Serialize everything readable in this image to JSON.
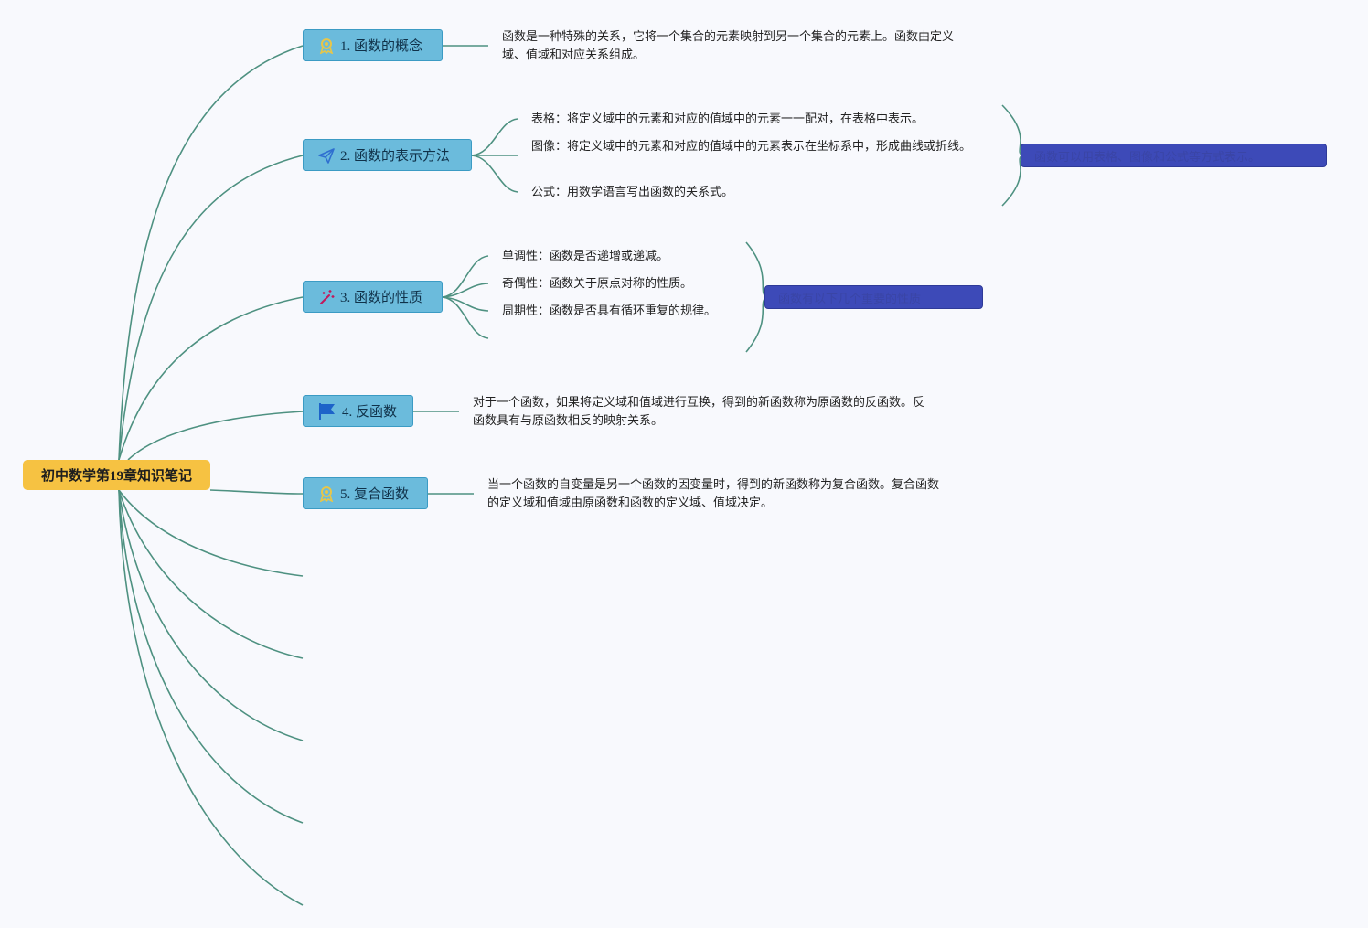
{
  "root": {
    "title": "初中数学第19章知识笔记"
  },
  "topics": [
    {
      "label": "1. 函数的概念",
      "icon": "ribbon-badge-icon"
    },
    {
      "label": "2. 函数的表示方法",
      "icon": "paper-plane-icon"
    },
    {
      "label": "3. 函数的性质",
      "icon": "magic-wand-icon"
    },
    {
      "label": "4. 反函数",
      "icon": "flag-icon"
    },
    {
      "label": "5. 复合函数",
      "icon": "ribbon-badge-icon"
    }
  ],
  "details": {
    "concept": "函数是一种特殊的关系，它将一个集合的元素映射到另一个集合的元素上。函数由定义域、值域和对应关系组成。",
    "representation": [
      "表格：将定义域中的元素和对应的值域中的元素一一配对，在表格中表示。",
      "图像：将定义域中的元素和对应的值域中的元素表示在坐标系中，形成曲线或折线。",
      "公式：用数学语言写出函数的关系式。"
    ],
    "properties": [
      "单调性：函数是否递增或递减。",
      "奇偶性：函数关于原点对称的性质。",
      "周期性：函数是否具有循环重复的规律。"
    ],
    "inverse": "对于一个函数，如果将定义域和值域进行互换，得到的新函数称为原函数的反函数。反函数具有与原函数相反的映射关系。",
    "composite": "当一个函数的自变量是另一个函数的因变量时，得到的新函数称为复合函数。复合函数的定义域和值域由原函数和函数的定义域、值域决定。"
  },
  "summaries": {
    "representation": "函数可以用表格、图像和公式等方式表示。",
    "properties": "函数有以下几个重要的性质"
  },
  "colors": {
    "root_fill": "#f6c242",
    "topic_fill": "#6bbbdc",
    "summary_fill": "#3d4ab8",
    "edge": "#4e9181",
    "background": "#f8f9fd"
  }
}
